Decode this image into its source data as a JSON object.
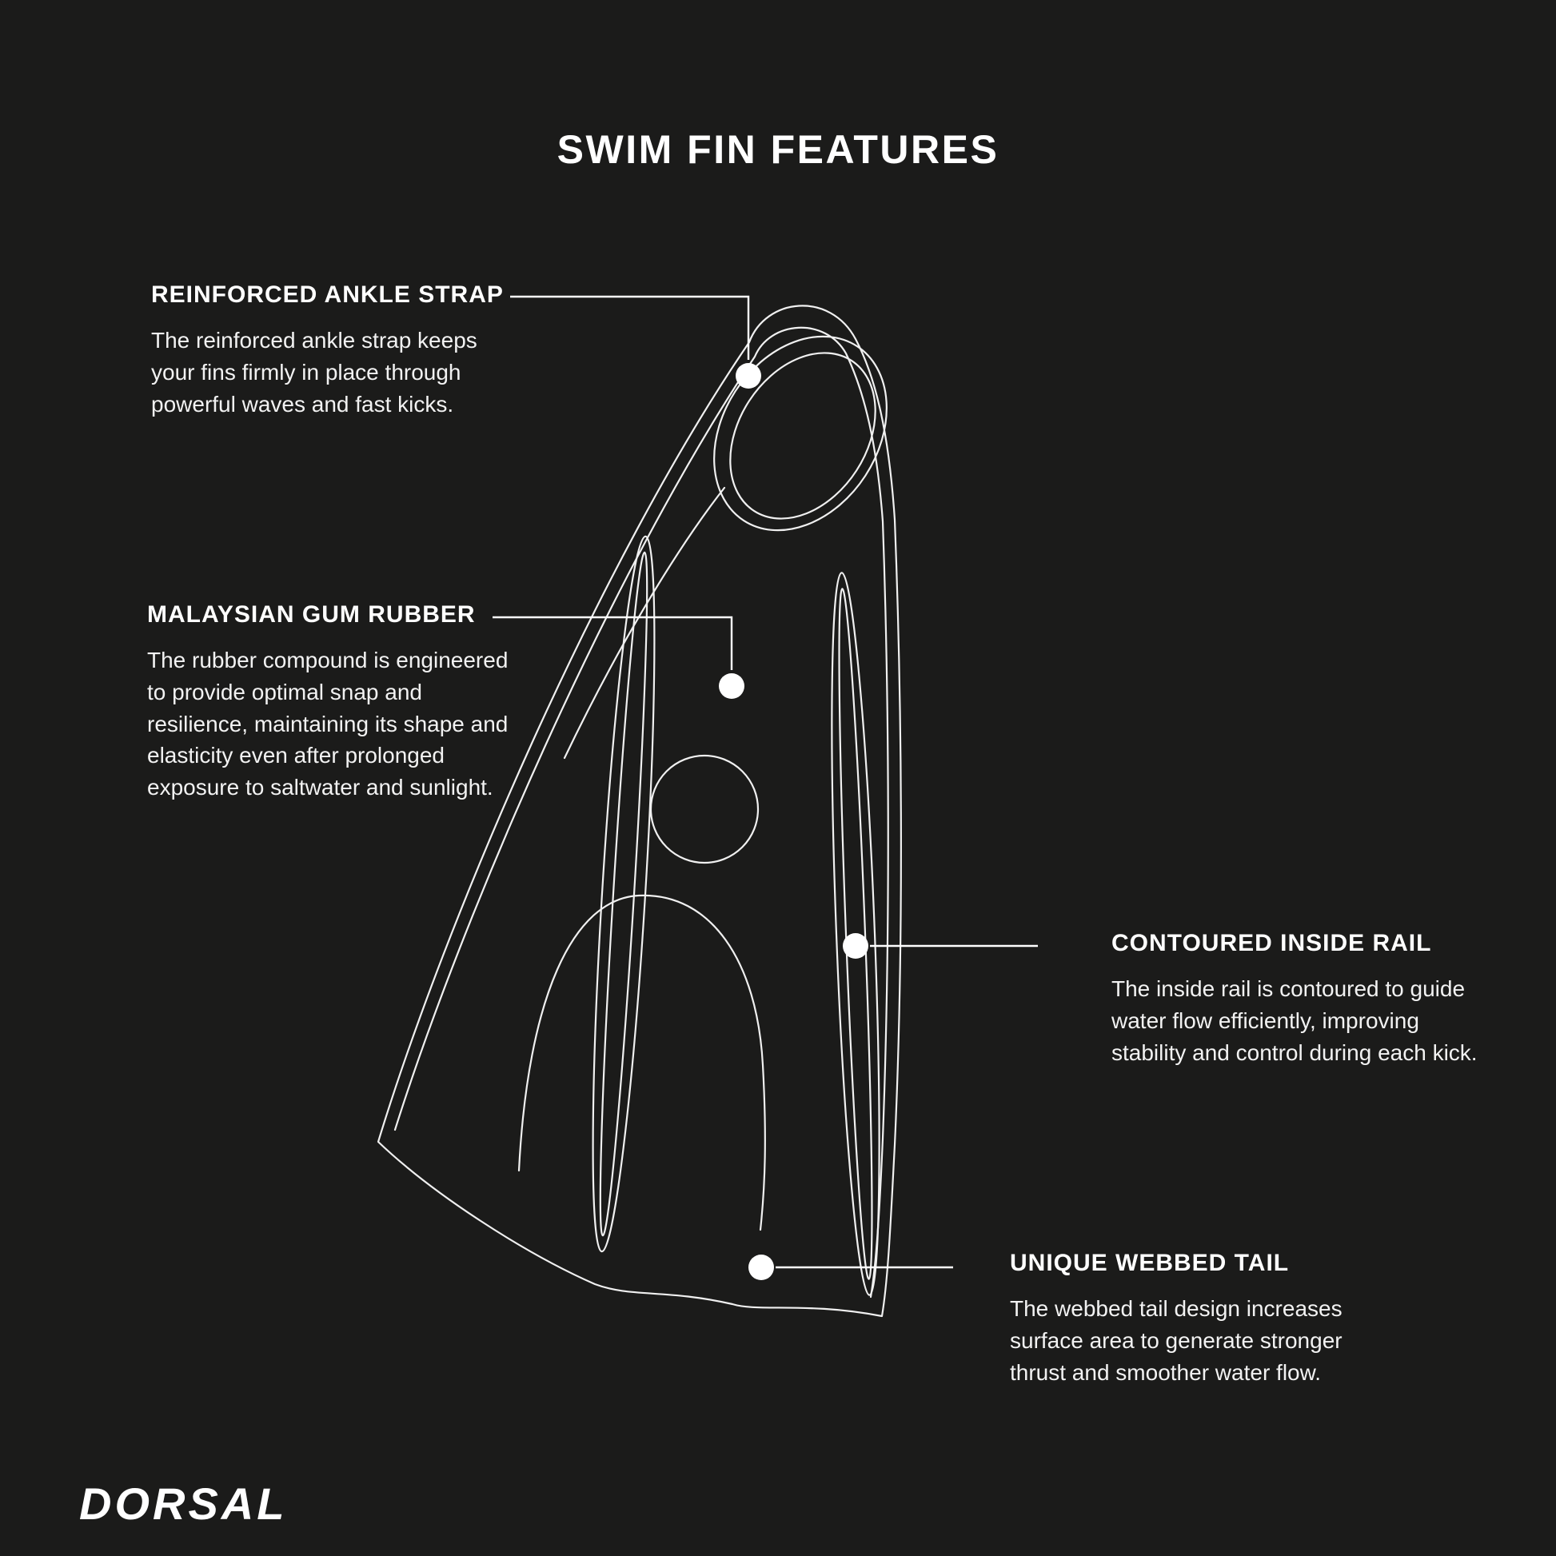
{
  "page": {
    "title": "SWIM FIN FEATURES",
    "brand": "DORSAL"
  },
  "colors": {
    "background": "#1b1b1a",
    "line_art": "#f0f0f0",
    "text": "#ffffff"
  },
  "illustration": "swim-fin-line-art",
  "features": [
    {
      "id": "ankle-strap",
      "heading": "REINFORCED ANKLE STRAP",
      "body": "The reinforced ankle strap keeps\nyour fins firmly in place through\npowerful waves and fast kicks."
    },
    {
      "id": "gum-rubber",
      "heading": "MALAYSIAN GUM RUBBER",
      "body": "The rubber compound is engineered\nto provide optimal snap and\nresilience, maintaining its shape and\nelasticity even after prolonged\nexposure to saltwater and sunlight."
    },
    {
      "id": "inside-rail",
      "heading": "CONTOURED INSIDE RAIL",
      "body": "The inside rail is contoured to guide\nwater flow efficiently, improving\nstability and control during each kick."
    },
    {
      "id": "webbed-tail",
      "heading": "UNIQUE WEBBED TAIL",
      "body": "The webbed tail design increases\nsurface area to generate stronger\nthrust and smoother water flow."
    }
  ]
}
